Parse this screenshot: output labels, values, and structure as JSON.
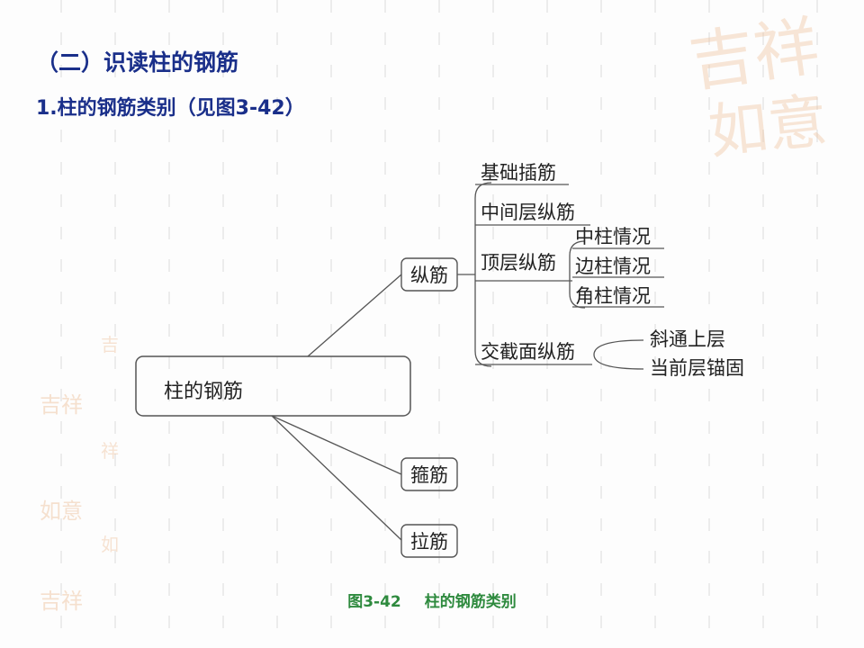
{
  "heading": {
    "section": "（二）识读柱的钢筋",
    "subsection": "1.柱的钢筋类别（见图3-42）"
  },
  "diagram": {
    "root": "柱的钢筋",
    "categories": {
      "longitudinal": "纵筋",
      "stirrup": "箍筋",
      "tie": "拉筋"
    },
    "longitudinal_items": {
      "foundation_dowel": "基础插筋",
      "middle_floor": "中间层纵筋",
      "top_floor": "顶层纵筋",
      "cross_section_change": "交截面纵筋"
    },
    "top_floor_cases": [
      "中柱情况",
      "边柱情况",
      "角柱情况"
    ],
    "cross_section_cases": [
      "斜通上层",
      "当前层锚固"
    ]
  },
  "caption": {
    "figure_number": "图3-42",
    "figure_title": "柱的钢筋类别"
  },
  "colors": {
    "heading": "#1a2f8a",
    "caption": "#2e8a3e",
    "line": "#555555",
    "diagram_text": "#222222",
    "watermark": "#f0c9a8"
  },
  "decoration": {
    "watermark_text": "吉祥如意"
  }
}
